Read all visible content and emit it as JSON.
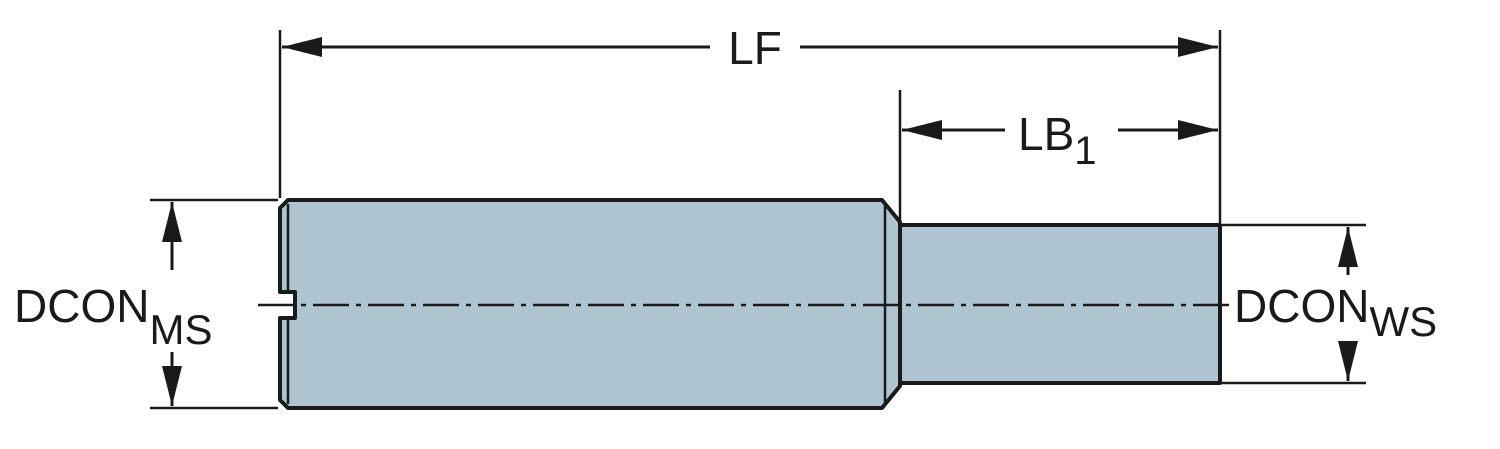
{
  "labels": {
    "lf": "LF",
    "lb1_main": "LB",
    "lb1_sub": "1",
    "dcon_ms_main": "DCON",
    "dcon_ms_sub": "MS",
    "dcon_ws_main": "DCON",
    "dcon_ws_sub": "WS"
  },
  "colors": {
    "body_fill": "#afc4d1",
    "line": "#1a1a1a"
  }
}
